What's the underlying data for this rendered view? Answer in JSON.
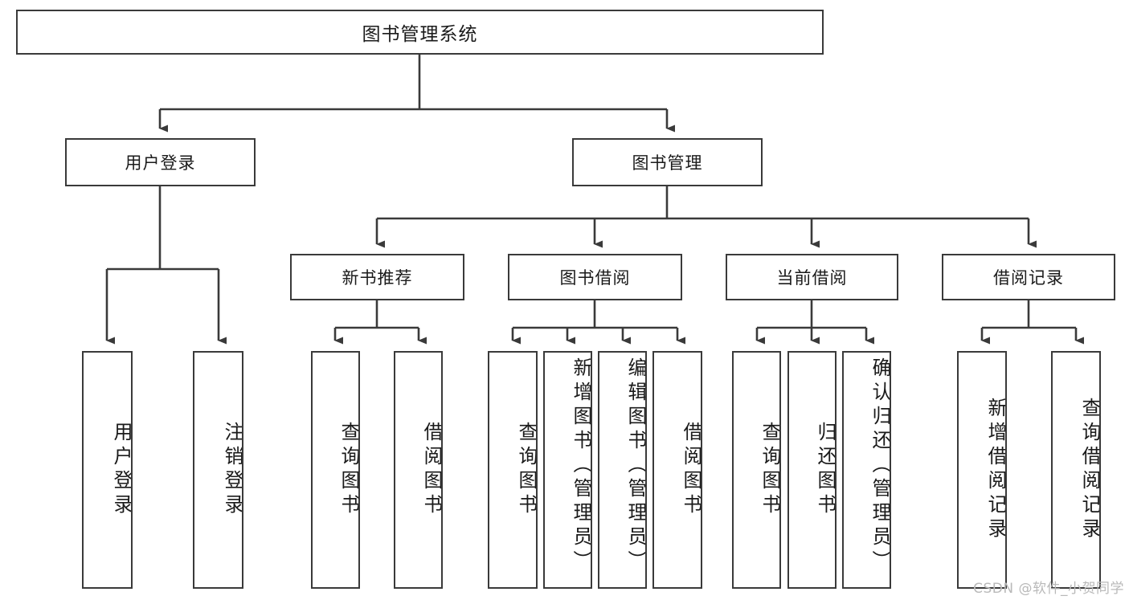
{
  "diagram": {
    "title": "图书管理系统",
    "type": "hierarchy-tree",
    "root": {
      "label": "图书管理系统"
    },
    "level2": [
      {
        "label": "用户登录"
      },
      {
        "label": "图书管理"
      }
    ],
    "level3": [
      {
        "label": "新书推荐"
      },
      {
        "label": "图书借阅"
      },
      {
        "label": "当前借阅"
      },
      {
        "label": "借阅记录"
      }
    ],
    "leaves": [
      {
        "label": "用户登录"
      },
      {
        "label": "注销登录"
      },
      {
        "label": "查询图书"
      },
      {
        "label": "借阅图书"
      },
      {
        "label": "查询图书"
      },
      {
        "label": "新增图书（管理员）"
      },
      {
        "label": "编辑图书（管理员）"
      },
      {
        "label": "借阅图书"
      },
      {
        "label": "查询图书"
      },
      {
        "label": "归还图书"
      },
      {
        "label": "确认归还（管理员）"
      },
      {
        "label": "新增借阅记录"
      },
      {
        "label": "查询借阅记录"
      }
    ]
  },
  "watermark": {
    "text": "CSDN @软件_小贺同学"
  },
  "colors": {
    "stroke": "#3a3a3a",
    "text": "#1a1a1a",
    "background": "#ffffff",
    "watermark": "#b9b9b9"
  }
}
